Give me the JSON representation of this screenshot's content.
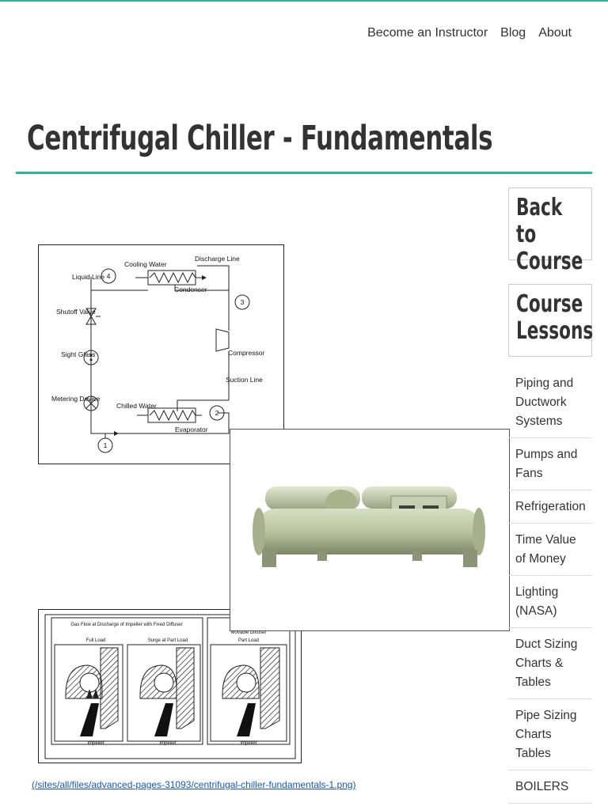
{
  "nav": {
    "items": [
      {
        "label": "Become an Instructor"
      },
      {
        "label": "Blog"
      },
      {
        "label": "About"
      }
    ]
  },
  "page": {
    "title": "Centrifugal Chiller - Fundamentals"
  },
  "sidebar": {
    "back_label": "Back to\nCourse",
    "lessons_heading": "Course\nLessons",
    "lessons": [
      "Piping and Ductwork Systems",
      "Pumps and Fans",
      "Refrigeration",
      "Time Value of Money",
      "Lighting (NASA)",
      "Duct Sizing Charts & Tables",
      "Pipe Sizing Charts Tables",
      "BOILERS"
    ]
  },
  "figure1": {
    "labels": {
      "cooling_water": "Cooling Water",
      "discharge_line": "Discharge Line",
      "liquid_line": "Liquid Line",
      "condenser": "Condenser",
      "shutoff_valve": "Shutoff Valve",
      "sight_glass": "Sight Glass",
      "compressor": "Compressor",
      "suction_line": "Suction Line",
      "metering_device": "Metering Device",
      "chilled_water": "Chilled Water",
      "evaporator": "Evaporator",
      "n1": "1",
      "n2": "2",
      "n3": "3",
      "n4": "4"
    }
  },
  "figure3": {
    "labels": {
      "caption_a": "Gas Flow at Discharge of Impeller with Fixed Diffuser",
      "caption_b": "Movable Diffuser",
      "full_load": "Full Load",
      "surge": "Surge at Part Load",
      "part_load": "Part Load",
      "impeller": "Impeller"
    }
  },
  "link": {
    "text": "(/sites/all/files/advanced-pages-31093/centrifugal-chiller-fundamentals-1.png)"
  },
  "colors": {
    "accent": "#2bb59a",
    "link": "#1a55c4",
    "chiller_body": "#b9c3a0"
  }
}
